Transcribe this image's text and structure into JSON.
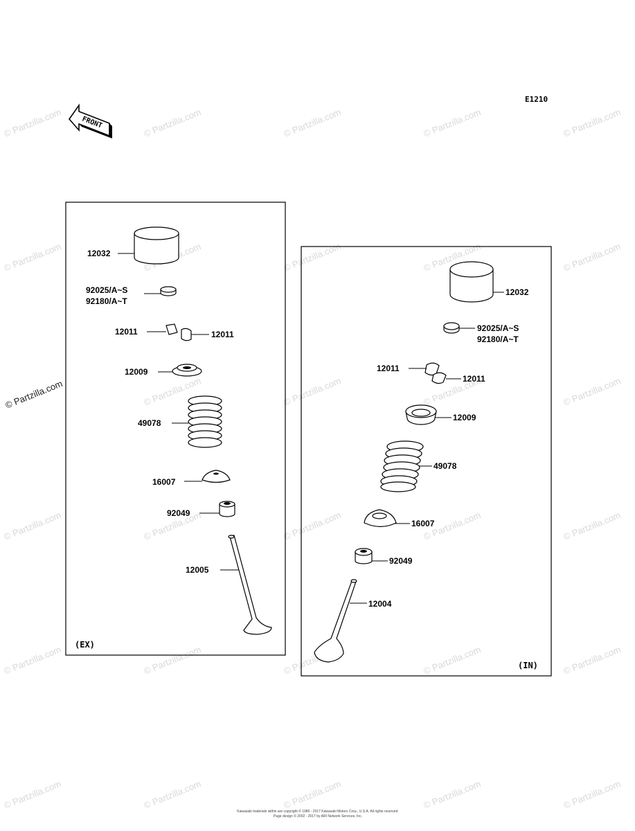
{
  "diagram": {
    "code": "E1210",
    "front_label": "FRONT",
    "watermark": "© Partzilla.com",
    "footer_lines": [
      "Kawasaki materials within are copyright © 1986 - 2017 Kawasaki Motors Corp., U.S.A. All rights reserved.",
      "Page design © 2002 - 2017 by ARI Network Services, Inc."
    ],
    "ex_panel": {
      "tag": "(EX)",
      "labels": {
        "p12032": "12032",
        "p92025": "92025/A~S",
        "p92180": "92180/A~T",
        "p12011a": "12011",
        "p12011b": "12011",
        "p12009": "12009",
        "p49078": "49078",
        "p16007": "16007",
        "p92049": "92049",
        "p12005": "12005"
      }
    },
    "in_panel": {
      "tag": "(IN)",
      "labels": {
        "p12032": "12032",
        "p92025": "92025/A~S",
        "p92180": "92180/A~T",
        "p12011a": "12011",
        "p12011b": "12011",
        "p12009": "12009",
        "p49078": "49078",
        "p16007": "16007",
        "p92049": "92049",
        "p12004": "12004"
      }
    }
  }
}
